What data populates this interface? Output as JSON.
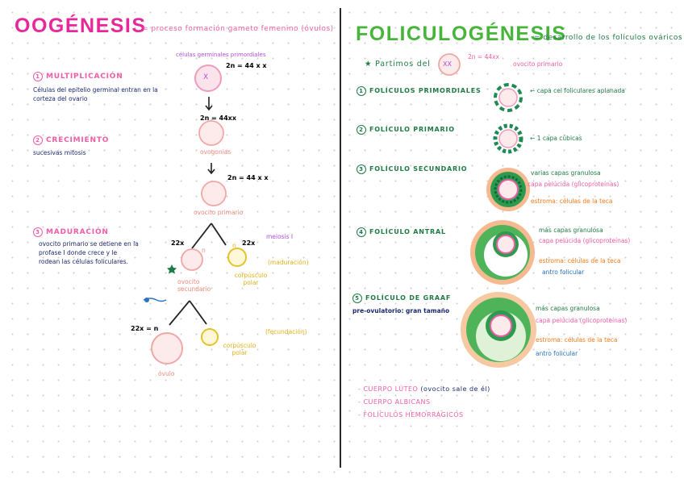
{
  "left": {
    "title": "OOGÉNESIS",
    "subtitle": "= proceso formación gameto femenino (óvulos)",
    "germ_cells_label": "células germinales primordiales",
    "ploidy_44xx": "2n = 44 x x",
    "step1": {
      "number": "1",
      "heading": "MULTIPLICACIÓN",
      "text": "Células del epitelio germinal entran en la corteza del ovario"
    },
    "step2": {
      "number": "2",
      "heading": "CRECIMIENTO",
      "text": "sucesivas mitosis"
    },
    "step3": {
      "number": "3",
      "heading": "MADURACIÓN",
      "text": "ovocito primario se detiene en la profase I donde crece y le rodean las células foliculares."
    },
    "cell1_ploidy": "2n = 44xx",
    "cell1_name": "ovogonias",
    "cell2_ploidy": "2n = 44 x x",
    "cell2_name": "ovocito primario",
    "meiosis1": "meiosis I",
    "haploid_22x": "22x",
    "n_label": "n",
    "secondary_oocyte": "ovocito secundario",
    "polar_body": "corpúsculo polar",
    "maturation_note": "(maduración)",
    "fertilization_note": "(fecundación)",
    "haploid_eq": "22x = n",
    "ovule": "óvulo",
    "cell_glyph": "X"
  },
  "right": {
    "title": "FOLICULOGÉNESIS",
    "subtitle": "= desarrollo de los folículos ováricos",
    "start_line": "Partimos del",
    "start_ploidy": "2n = 44xx",
    "start_cell": "ovocito primario",
    "follicles": [
      {
        "number": "1",
        "name": "FOLÍCULOS PRIMORDIALES"
      },
      {
        "number": "2",
        "name": "FOLÍCULO PRIMARIO"
      },
      {
        "number": "3",
        "name": "FOLÍCULO SECUNDARIO"
      },
      {
        "number": "4",
        "name": "FOLÍCULO ANTRAL"
      },
      {
        "number": "5",
        "name": "FOLÍCULO DE GRAAF"
      }
    ],
    "f1_note": "capa cel foliculares aplanada",
    "f2_note": "1 capa cúbicas",
    "f3_notes": [
      "varias capas granulosa",
      "capa pelúcida (glicoproteínas)",
      "estroma: células de la teca"
    ],
    "f4_notes": [
      "más capas granulosa",
      "capa pelúcida (glicoproteínas)",
      "estroma: células de la teca",
      "antro folicular"
    ],
    "f5_notes": [
      "más capas granulosa",
      "capa pelúcida (glicoproteínas)",
      "estroma: células de la teca",
      "antro folicular"
    ],
    "graaf_note": "pre-ovulatorio: gran tamaño",
    "bottom_list": [
      {
        "text": "CUERPO LÚTEO",
        "note": "(ovocito sale de él)"
      },
      {
        "text": "CUERPO ALBICANS",
        "note": ""
      },
      {
        "text": "FOLÍCULOS HEMORRÁGICOS",
        "note": ""
      }
    ],
    "star": "★",
    "arrow": "←",
    "cell_glyph": "XX"
  },
  "colors": {
    "title_pink": "#e8289a",
    "title_green": "#46b53a",
    "text_pink": "#ef5da6",
    "text_green": "#2e9a3d",
    "navy": "#1e2a6e",
    "yellow": "#e2b21a",
    "orange": "#f07b1a",
    "purple": "#b14fd6",
    "blue": "#2a73c4"
  }
}
